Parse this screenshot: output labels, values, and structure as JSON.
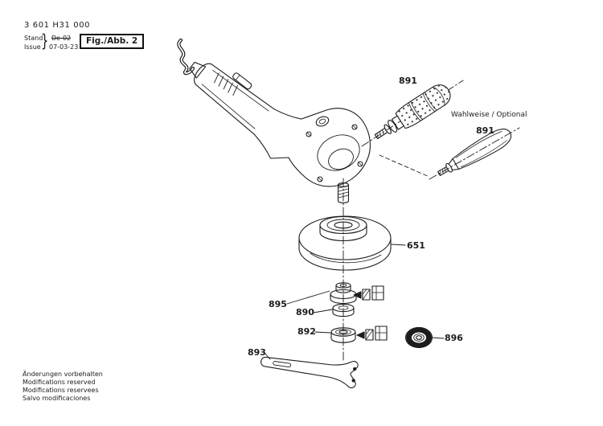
{
  "header": {
    "part_number": "3 601 H31 000",
    "revision": {
      "stand_label": "Stand",
      "issue_label": "Issue",
      "brace": "}",
      "stand_value": "De-02",
      "issue_value": "07-03-23"
    },
    "figure_label": "Fig./Abb. 2"
  },
  "diagram": {
    "optional_note": "Wahlweise / Optional",
    "parts": {
      "auxiliary_handle": "891",
      "auxiliary_handle_optional": "891",
      "wheel_guard": "651",
      "flange_set": "895",
      "mounting_flange": "890",
      "clamping_flange": "892",
      "pin_spanner": "893",
      "clamping_nut": "896"
    }
  },
  "footer": {
    "notice_lines": [
      "Änderungen vorbehalten",
      "Modifications reserved",
      "Modifications reservees",
      "Salvo modificaciones"
    ]
  }
}
